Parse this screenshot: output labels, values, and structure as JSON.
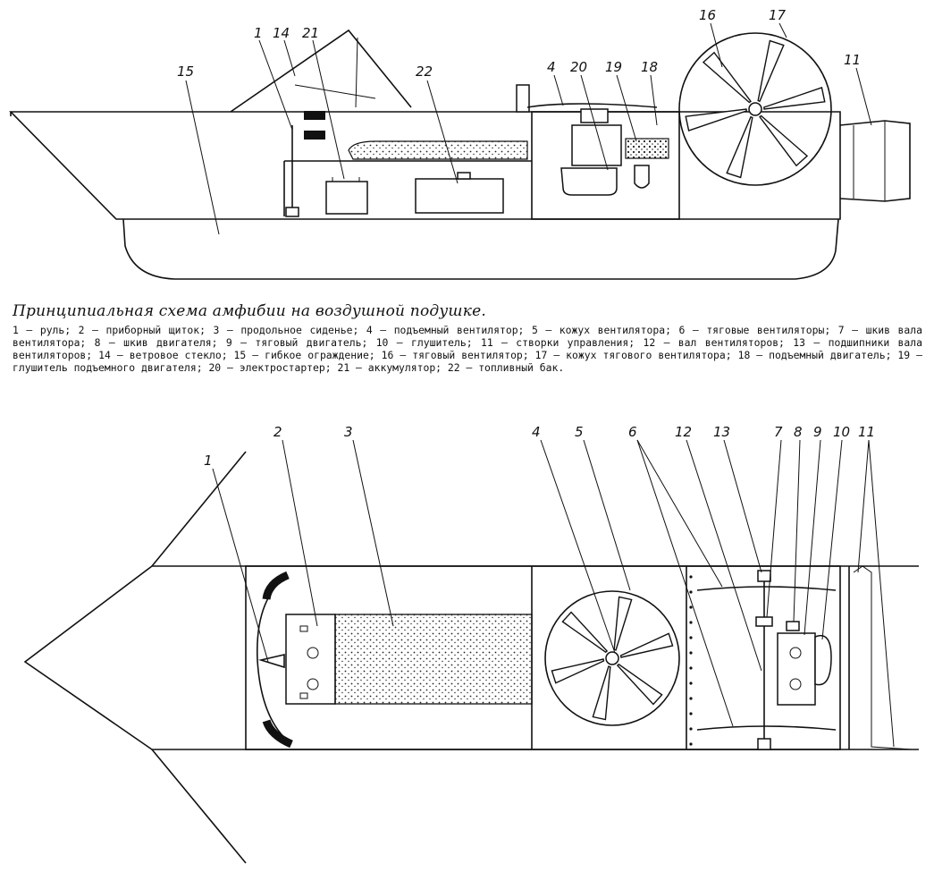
{
  "caption": {
    "title": "Принципиальная схема амфибии на воздушной подушке.",
    "legend": "1 — руль; 2 — приборный щиток; 3 — продольное сиденье; 4 — подъемный вентилятор; 5 — кожух вентилятора; 6 — тяговые вентиляторы; 7 — шкив вала вентилятора; 8 — шкив двигателя; 9 — тяговый двигатель; 10 — глушитель; 11 — створки управления; 12 — вал вентиляторов; 13 — подшипники вала вентиляторов; 14 — ветровое стекло; 15 — гибкое ограждение; 16 — тяговый вентилятор; 17 — кожух тягового вентилятора; 18 — подъемный двигатель; 19 — глушитель подъемного двигателя; 20 — электростартер; 21 — аккумулятор; 22 — топливный бак."
  },
  "side_view": {
    "callouts": [
      "1",
      "14",
      "21",
      "15",
      "22",
      "4",
      "20",
      "19",
      "18",
      "16",
      "17",
      "11"
    ]
  },
  "top_view": {
    "callouts": [
      "1",
      "2",
      "3",
      "4",
      "5",
      "6",
      "12",
      "13",
      "7",
      "8",
      "9",
      "10",
      "11"
    ]
  }
}
